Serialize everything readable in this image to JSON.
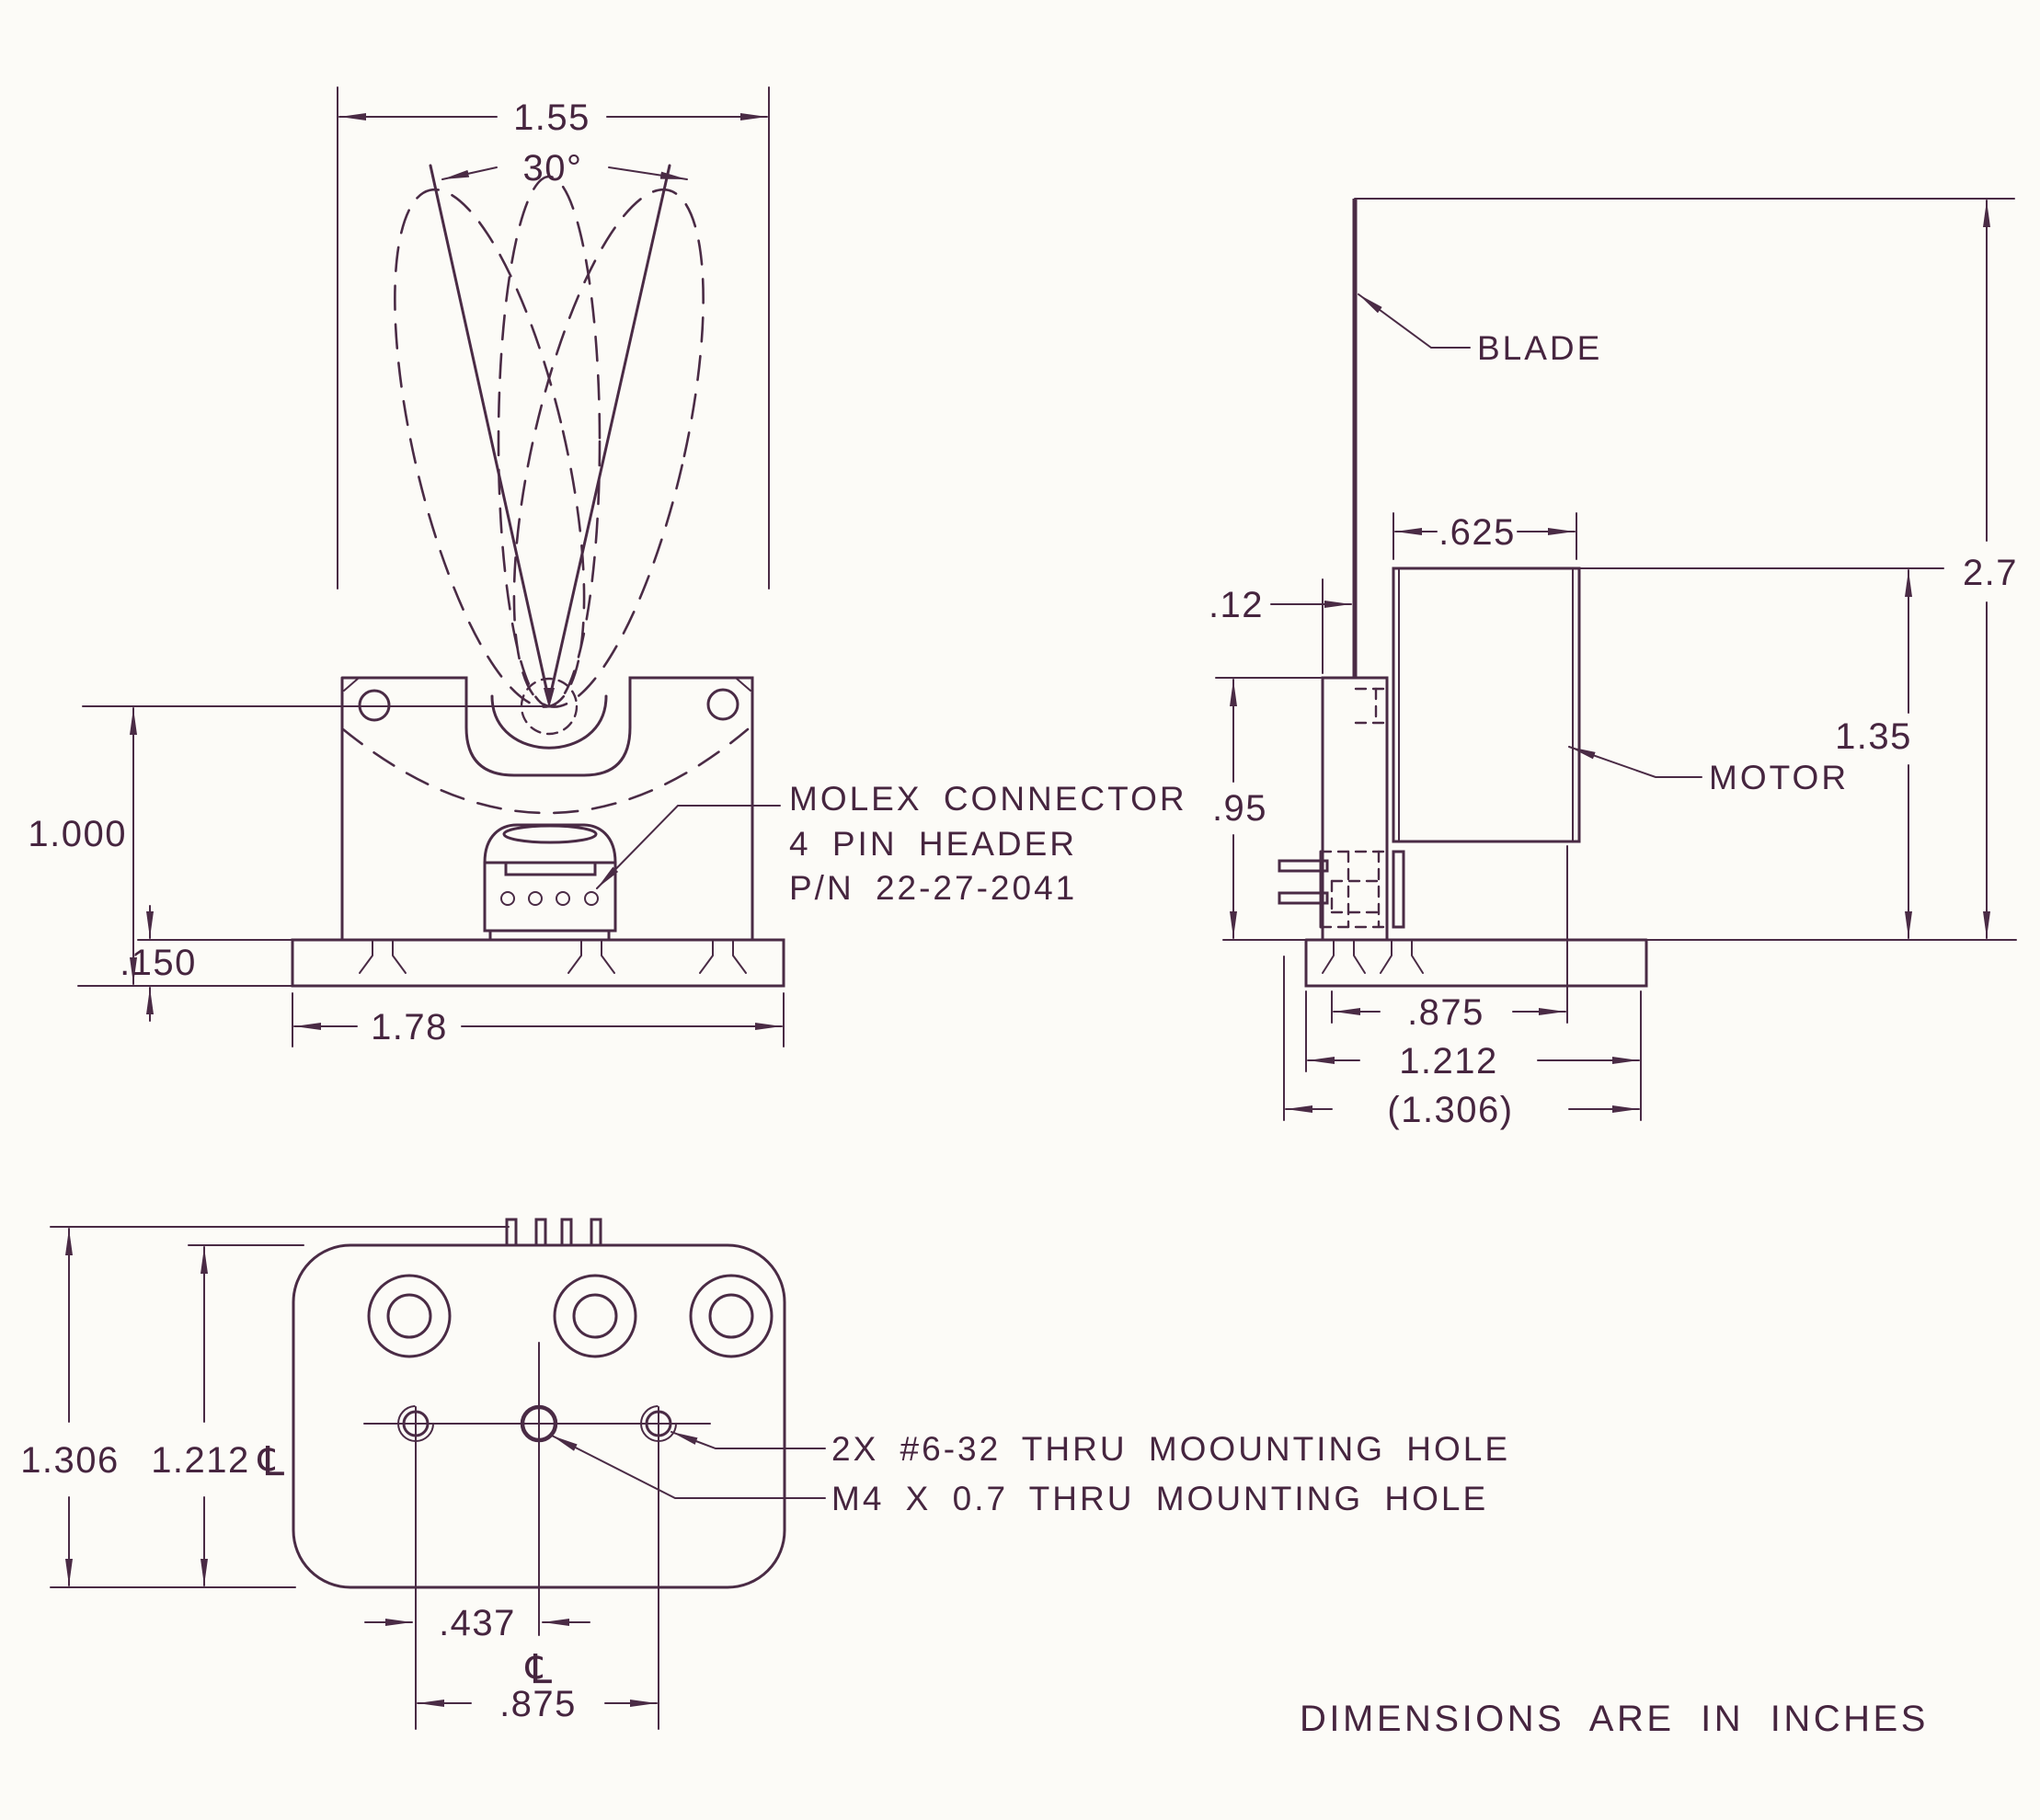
{
  "drawing": {
    "note": "DIMENSIONS ARE IN INCHES",
    "front": {
      "dim_width": "1.55",
      "dim_angle": "30°",
      "dim_height": "1.000",
      "dim_base_thickness": ".150",
      "dim_base_width": "1.78",
      "callout_line1": "MOLEX CONNECTOR",
      "callout_line2": "4 PIN HEADER",
      "callout_line3": "P/N 22-27-2041"
    },
    "side": {
      "label_blade": "BLADE",
      "label_motor": "MOTOR",
      "dim_motor_width": ".625",
      "dim_overall_height": "2.7",
      "dim_blade_gap": ".12",
      "dim_body_height": ".95",
      "dim_motor_height": "1.35",
      "dim_hole_offset": ".875",
      "dim_base_depth": "1.212",
      "dim_overall_depth": "(1.306)"
    },
    "bottom": {
      "dim_overall_depth": "1.306",
      "dim_body_depth": "1.212",
      "dim_hole_to_center": ".437",
      "dim_hole_spacing": ".875",
      "centerline_symbol": "℄",
      "callout_632": "2X #6-32 THRU MOOUNTING HOLE",
      "callout_m4": "M4 X 0.7 THRU MOUNTING HOLE"
    }
  }
}
